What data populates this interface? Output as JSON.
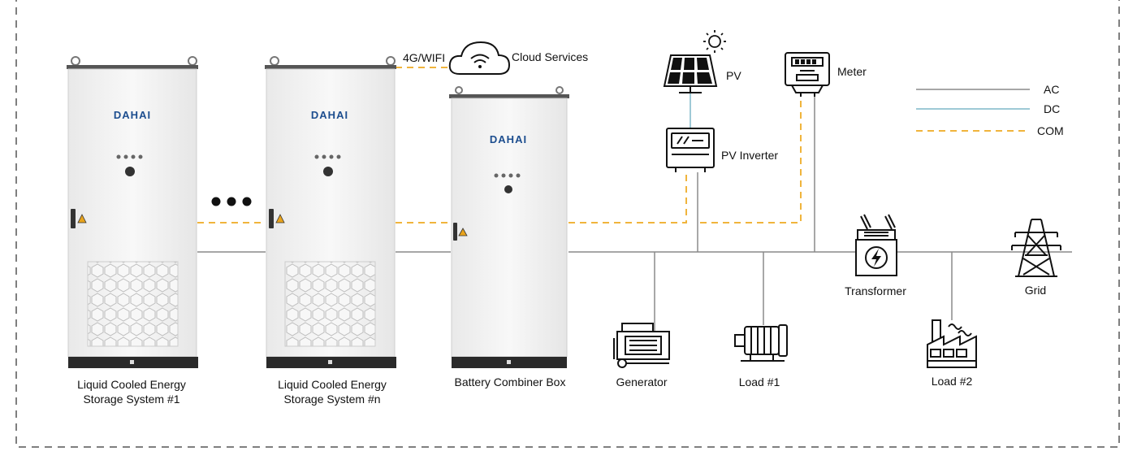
{
  "colors": {
    "ac": "#8a8a8a",
    "dc": "#7fb7c9",
    "com": "#f0b43c",
    "border": "#555555",
    "brand": "#1d4e8f"
  },
  "cabinets": [
    {
      "brand": "DAHAI",
      "label_line1": "Liquid Cooled Energy",
      "label_line2": "Storage System #1"
    },
    {
      "brand": "DAHAI",
      "label_line1": "Liquid Cooled Energy",
      "label_line2": "Storage System #n"
    },
    {
      "brand": "DAHAI",
      "label_line1": "Battery Combiner Box"
    }
  ],
  "communication": {
    "link_label": "4G/WIFI",
    "cloud_label": "Cloud Services"
  },
  "devices": {
    "pv": "PV",
    "pv_inverter": "PV Inverter",
    "meter": "Meter",
    "generator": "Generator",
    "load1": "Load #1",
    "transformer": "Transformer",
    "load2": "Load #2",
    "grid": "Grid"
  },
  "legend": {
    "ac": "AC",
    "dc": "DC",
    "com": "COM"
  },
  "icons": [
    "cloud-wifi-icon",
    "sun-icon",
    "solar-panel-icon",
    "inverter-icon",
    "meter-icon",
    "generator-icon",
    "motor-icon",
    "transformer-icon",
    "factory-icon",
    "transmission-tower-icon",
    "warning-icon"
  ]
}
